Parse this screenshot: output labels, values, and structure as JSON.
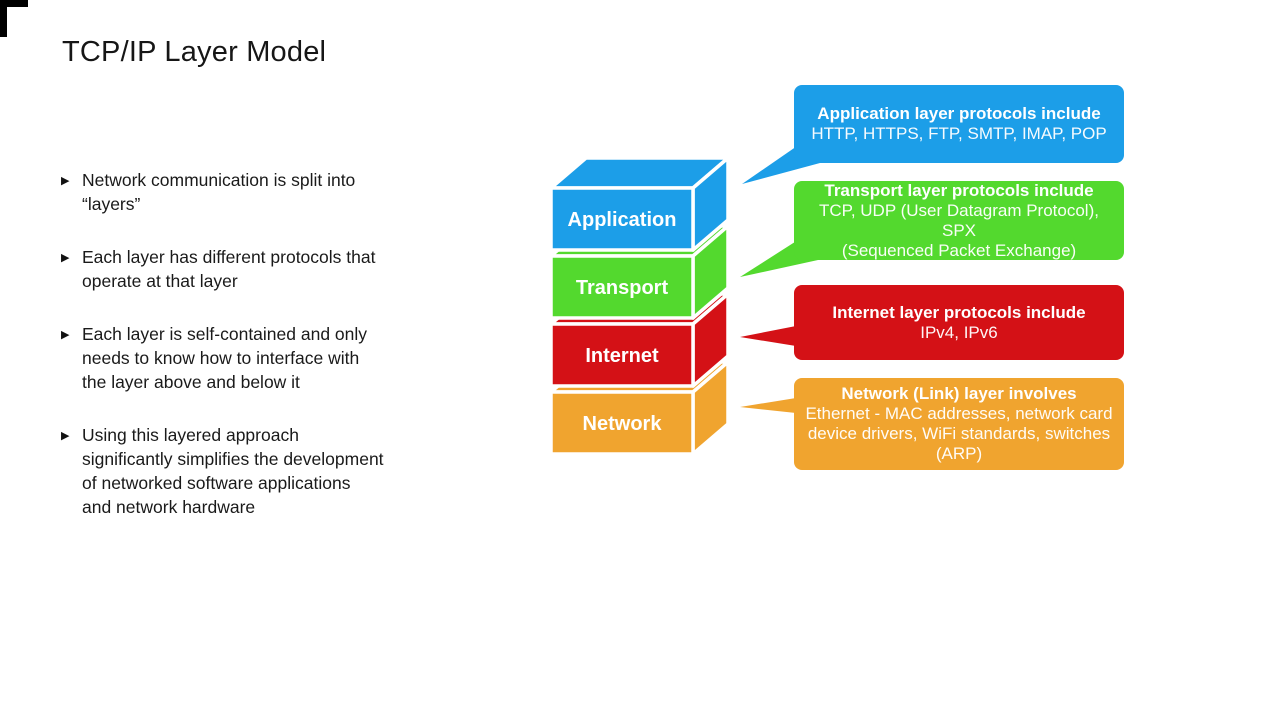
{
  "title": "TCP/IP Layer Model",
  "bullet_marker": "▶",
  "bullets": [
    "Network communication is split into\n“layers”",
    "Each layer has different protocols that\noperate at that layer",
    "Each layer is self-contained and only\nneeds to know how to interface with\nthe layer above and below it",
    "Using this layered approach\nsignificantly simplifies the development\nof networked software applications\nand network hardware"
  ],
  "layers": [
    {
      "label": "Application",
      "color": "#1C9EE8"
    },
    {
      "label": "Transport",
      "color": "#53D92E"
    },
    {
      "label": "Internet",
      "color": "#D41116"
    },
    {
      "label": "Network",
      "color": "#F0A42F"
    }
  ],
  "callouts": [
    {
      "layer": "Application",
      "heading": "Application layer protocols include",
      "body": "HTTP, HTTPS, FTP, SMTP, IMAP, POP",
      "color": "#1C9EE8"
    },
    {
      "layer": "Transport",
      "heading": "Transport layer protocols include",
      "body": "TCP, UDP (User Datagram Protocol), SPX\n(Sequenced Packet Exchange)",
      "color": "#53D92E"
    },
    {
      "layer": "Internet",
      "heading": "Internet layer protocols include",
      "body": "IPv4, IPv6",
      "color": "#D41116"
    },
    {
      "layer": "Network",
      "heading": "Network (Link) layer involves",
      "body": "Ethernet - MAC addresses, network card\ndevice drivers, WiFi standards, switches\n(ARP)",
      "color": "#F0A42F"
    }
  ],
  "colors": {
    "background": "#FFFFFF",
    "title_text": "#161616",
    "body_text": "#1A1A1A",
    "label_text": "#FFFFFF",
    "application_blue": "#1C9EE8",
    "transport_green": "#53D92E",
    "internet_red": "#D41116",
    "network_orange": "#F0A42F"
  }
}
